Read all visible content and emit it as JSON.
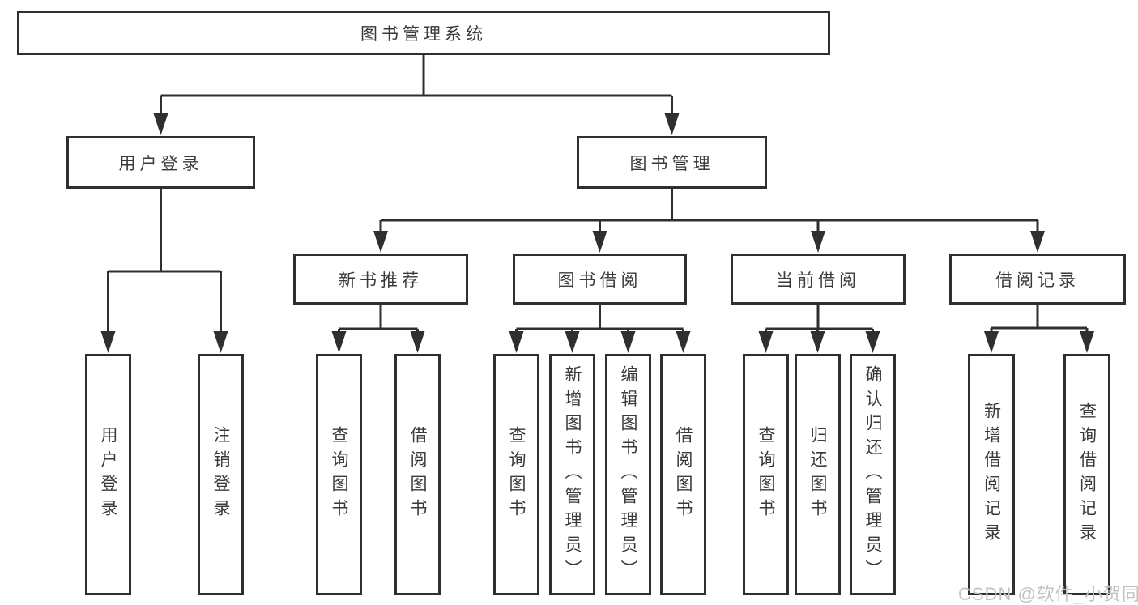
{
  "diagram": {
    "type": "hierarchy-tree",
    "root": {
      "label": "图书管理系统"
    },
    "level2": [
      {
        "label": "用户登录",
        "parent": "图书管理系统"
      },
      {
        "label": "图书管理",
        "parent": "图书管理系统"
      }
    ],
    "level3": [
      {
        "label": "新书推荐",
        "parent": "图书管理"
      },
      {
        "label": "图书借阅",
        "parent": "图书管理"
      },
      {
        "label": "当前借阅",
        "parent": "图书管理"
      },
      {
        "label": "借阅记录",
        "parent": "图书管理"
      }
    ],
    "level4": [
      {
        "label": "用户登录",
        "parent": "用户登录"
      },
      {
        "label": "注销登录",
        "parent": "用户登录"
      },
      {
        "label": "查询图书",
        "parent": "新书推荐"
      },
      {
        "label": "借阅图书",
        "parent": "新书推荐"
      },
      {
        "label": "查询图书",
        "parent": "图书借阅"
      },
      {
        "label": "新增图书（管理员）",
        "parent": "图书借阅"
      },
      {
        "label": "编辑图书（管理员）",
        "parent": "图书借阅"
      },
      {
        "label": "借阅图书",
        "parent": "图书借阅"
      },
      {
        "label": "查询图书",
        "parent": "当前借阅"
      },
      {
        "label": "归还图书",
        "parent": "当前借阅"
      },
      {
        "label": "确认归还（管理员）",
        "parent": "当前借阅"
      },
      {
        "label": "新增借阅记录",
        "parent": "借阅记录"
      },
      {
        "label": "查询借阅记录",
        "parent": "借阅记录"
      }
    ]
  },
  "watermark": {
    "text": "CSDN @软件_小贺同学",
    "color": "#c3c3c3"
  },
  "colors": {
    "line": "#2f2f2f",
    "text": "#3a3a3a",
    "background": "#ffffff"
  }
}
